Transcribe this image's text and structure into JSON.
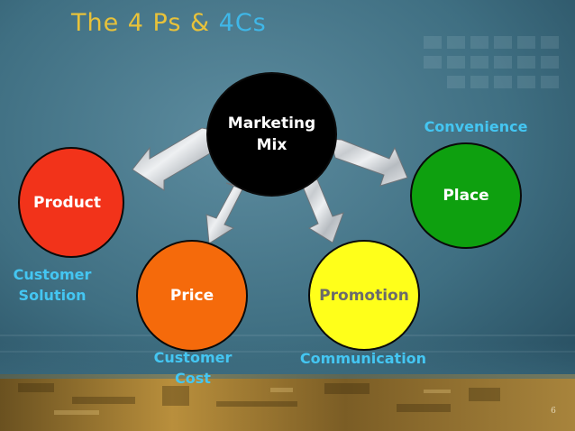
{
  "slide": {
    "title_part1": "The 4 Ps & ",
    "title_part2": "4Cs",
    "page_number": "6"
  },
  "center": {
    "line1": "Marketing",
    "line2": "Mix"
  },
  "ps": {
    "product": "Product",
    "price": "Price",
    "place": "Place",
    "promotion": "Promotion"
  },
  "cs": {
    "customer_solution": {
      "line1": "Customer",
      "line2": "Solution"
    },
    "customer_cost": {
      "line1": "Customer",
      "line2": "Cost"
    },
    "convenience": "Convenience",
    "communication": "Communication"
  },
  "colors": {
    "title_gold": "#e8c23a",
    "title_blue": "#3fb7e8",
    "label_cyan": "#44c6f2",
    "product": "#f2331a",
    "price": "#f56a0b",
    "place": "#0ea00f",
    "promotion": "#ffff1a",
    "mix": "#000000"
  }
}
